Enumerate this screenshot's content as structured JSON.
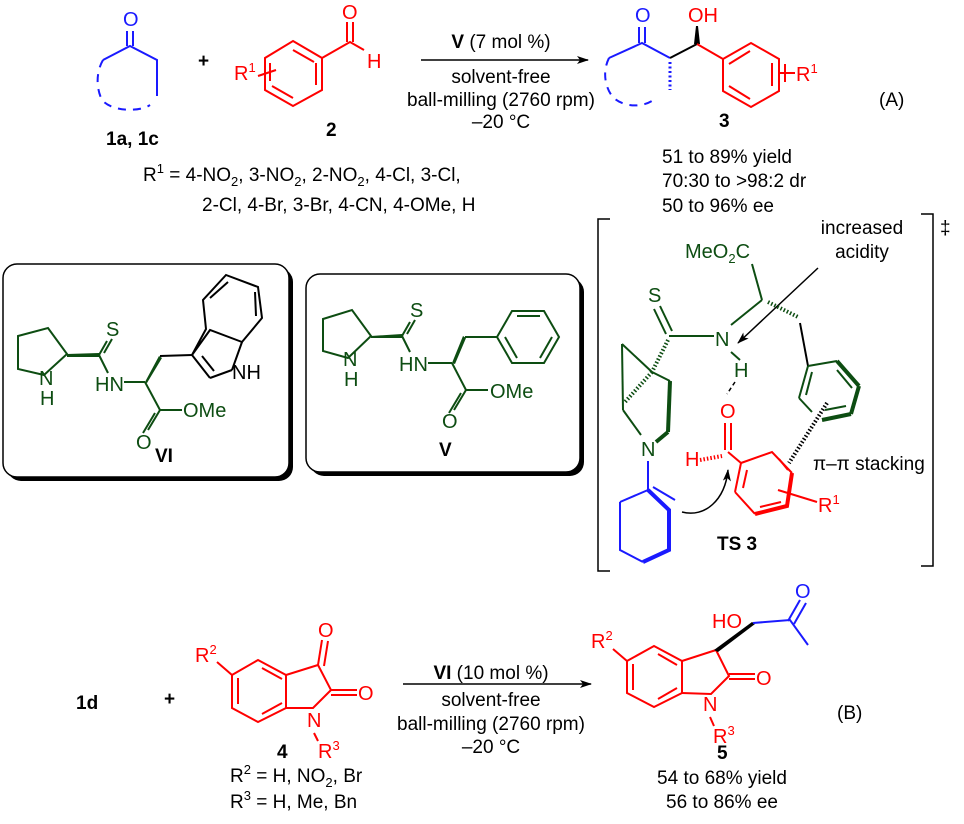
{
  "colors": {
    "ketone": "#1a1aff",
    "aldehyde": "#ff0000",
    "catalyst": "#0d4d12",
    "text": "#000000"
  },
  "scheme_a": {
    "label": "(A)",
    "reactant1": {
      "label": "1a, 1c",
      "atom_O": "O"
    },
    "plus": "+",
    "reactant2": {
      "label": "2",
      "atom_O": "O",
      "atom_H": "H",
      "substituent": "R",
      "substituent_sup": "1"
    },
    "arrow": {
      "catalyst": "V",
      "catalyst_loading": " (7 mol %)",
      "line1": "solvent-free",
      "line2": "ball-milling (2760 rpm)",
      "line3": "–20 °C"
    },
    "product": {
      "label": "3",
      "atom_O": "O",
      "atom_OH": "OH",
      "substituent": "R",
      "substituent_sup": "1",
      "results": [
        "51 to 89% yield",
        "70:30 to >98:2 dr",
        "50 to 96% ee"
      ]
    },
    "r1_definition": {
      "prefix": "R",
      "prefix_sup": "1",
      "line1_parts": [
        " = 4-NO",
        "2",
        ", 3-NO",
        "2",
        ", 2-NO",
        "2",
        ", 4-Cl, 3-Cl,"
      ],
      "line2": "2-Cl, 4-Br, 3-Br, 4-CN, 4-OMe, H"
    }
  },
  "catalysts": [
    {
      "label": "VI",
      "atoms": {
        "S": "S",
        "HN": "HN",
        "N": "N",
        "H": "H",
        "NH": "NH",
        "O": "O",
        "OMe": "OMe"
      }
    },
    {
      "label": "V",
      "atoms": {
        "S": "S",
        "HN": "HN",
        "N": "N",
        "H": "H",
        "O": "O",
        "OMe": "OMe"
      }
    }
  ],
  "transition_state": {
    "label": "TS 3",
    "dagger": "‡",
    "annotation_acidity": [
      "increased",
      "acidity"
    ],
    "annotation_stacking": "π–π stacking",
    "atoms": {
      "ester": "MeO",
      "ester_sub": "2",
      "ester_end": "C",
      "S": "S",
      "N_amide": "N",
      "H_amide": "H",
      "O": "O",
      "H_ald": "H",
      "N_enamine": "N",
      "R": "R",
      "R_sup": "1"
    }
  },
  "scheme_b": {
    "label": "(B)",
    "reactant1": "1d",
    "plus": "+",
    "reactant2": {
      "label": "4",
      "atoms": {
        "O1": "O",
        "O2": "O",
        "N": "N",
        "R2": "R",
        "R2_sup": "2",
        "R3": "R",
        "R3_sup": "3"
      }
    },
    "arrow": {
      "catalyst": "VI",
      "catalyst_loading": " (10 mol %)",
      "line1": "solvent-free",
      "line2": "ball-milling (2760 rpm)",
      "line3": "–20 °C"
    },
    "product": {
      "label": "5",
      "atoms": {
        "HO": "HO",
        "O_ketone": "O",
        "O_lactam": "O",
        "N": "N",
        "R2": "R",
        "R2_sup": "2",
        "R3": "R",
        "R3_sup": "3"
      },
      "results": [
        "54 to 68% yield",
        "56 to 86% ee"
      ]
    },
    "r2_definition": {
      "prefix": "R",
      "sup": "2",
      "parts": [
        " = H, NO",
        "2",
        ", Br"
      ]
    },
    "r3_definition": {
      "prefix": "R",
      "sup": "3",
      "text": " = H, Me, Bn"
    }
  }
}
